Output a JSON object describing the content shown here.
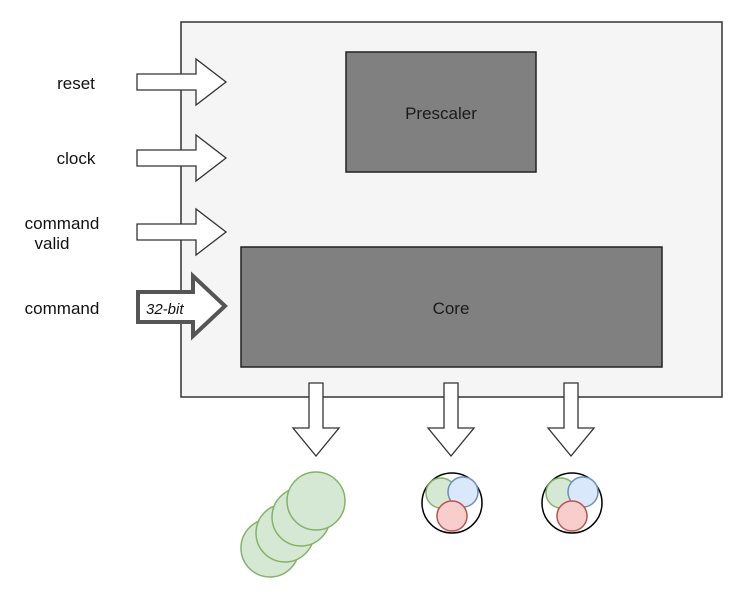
{
  "inputs": [
    {
      "label": "reset"
    },
    {
      "label": "clock"
    },
    {
      "label_line1": "command",
      "label_line2": "valid"
    },
    {
      "label": "command",
      "bus_width": "32-bit"
    }
  ],
  "blocks": {
    "prescaler": "Prescaler",
    "core": "Core"
  },
  "colors": {
    "container_fill": "#f5f5f5",
    "container_stroke": "#333333",
    "block_fill": "#808080",
    "green_fill": "#d5e8d4",
    "green_stroke": "#82b366",
    "blue_fill": "#dae8fc",
    "blue_stroke": "#6c8ebf",
    "red_fill": "#f8cecc",
    "red_stroke": "#b85450"
  },
  "output_icons": [
    "stacked-green-circles-icon",
    "rgb-circles-icon",
    "rgb-circles-icon"
  ]
}
